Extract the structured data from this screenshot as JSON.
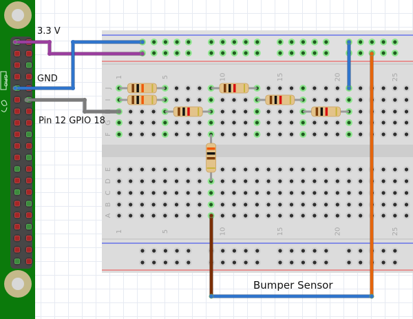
{
  "diagram": {
    "type": "fritzing-breadboard",
    "labels": {
      "power": "3.3 V",
      "ground": "GND",
      "signal": "Pin 12 GPIO 18",
      "sensor": "Bumper Sensor"
    },
    "board": {
      "name": "Raspberry Pi GPIO header",
      "silkscreen": "GPIO"
    },
    "breadboard": {
      "column_labels": [
        "1",
        "5",
        "10",
        "15",
        "20",
        "25"
      ],
      "rows_top": [
        "J",
        "I",
        "H",
        "G",
        "F"
      ],
      "rows_bottom": [
        "E",
        "D",
        "C",
        "B",
        "A"
      ]
    },
    "colors": {
      "pi_board": "#0b7a0b",
      "power_wire": "#9a3e9e",
      "ground_wire": "#2f74cc",
      "signal_wire": "#7c7c7c",
      "sensor_wire_left": "#7a2e06",
      "sensor_wire_right": "#e5650c",
      "breadboard": "#dcdcdc",
      "rail_blue": "#2a3cf0",
      "rail_red": "#f04848",
      "hole_active": "#58d358"
    },
    "resistors": [
      {
        "id": "R1",
        "from": "J1",
        "to": "J5",
        "bands": [
          "brown",
          "black",
          "orange"
        ]
      },
      {
        "id": "R2",
        "from": "I1",
        "to": "I5",
        "bands": [
          "brown",
          "black",
          "orange"
        ]
      },
      {
        "id": "R3",
        "from": "H5",
        "to": "H9",
        "bands": [
          "brown",
          "black",
          "red"
        ]
      },
      {
        "id": "R4",
        "from": "J9",
        "to": "J13",
        "bands": [
          "brown",
          "black",
          "red"
        ]
      },
      {
        "id": "R5",
        "from": "I13",
        "to": "I17",
        "bands": [
          "brown",
          "black",
          "red"
        ]
      },
      {
        "id": "R6",
        "from": "H17",
        "to": "H21",
        "bands": [
          "brown",
          "black",
          "red"
        ]
      },
      {
        "id": "R7",
        "from": "F9",
        "to": "D9",
        "bands": [
          "orange",
          "black",
          "brown"
        ]
      }
    ]
  }
}
